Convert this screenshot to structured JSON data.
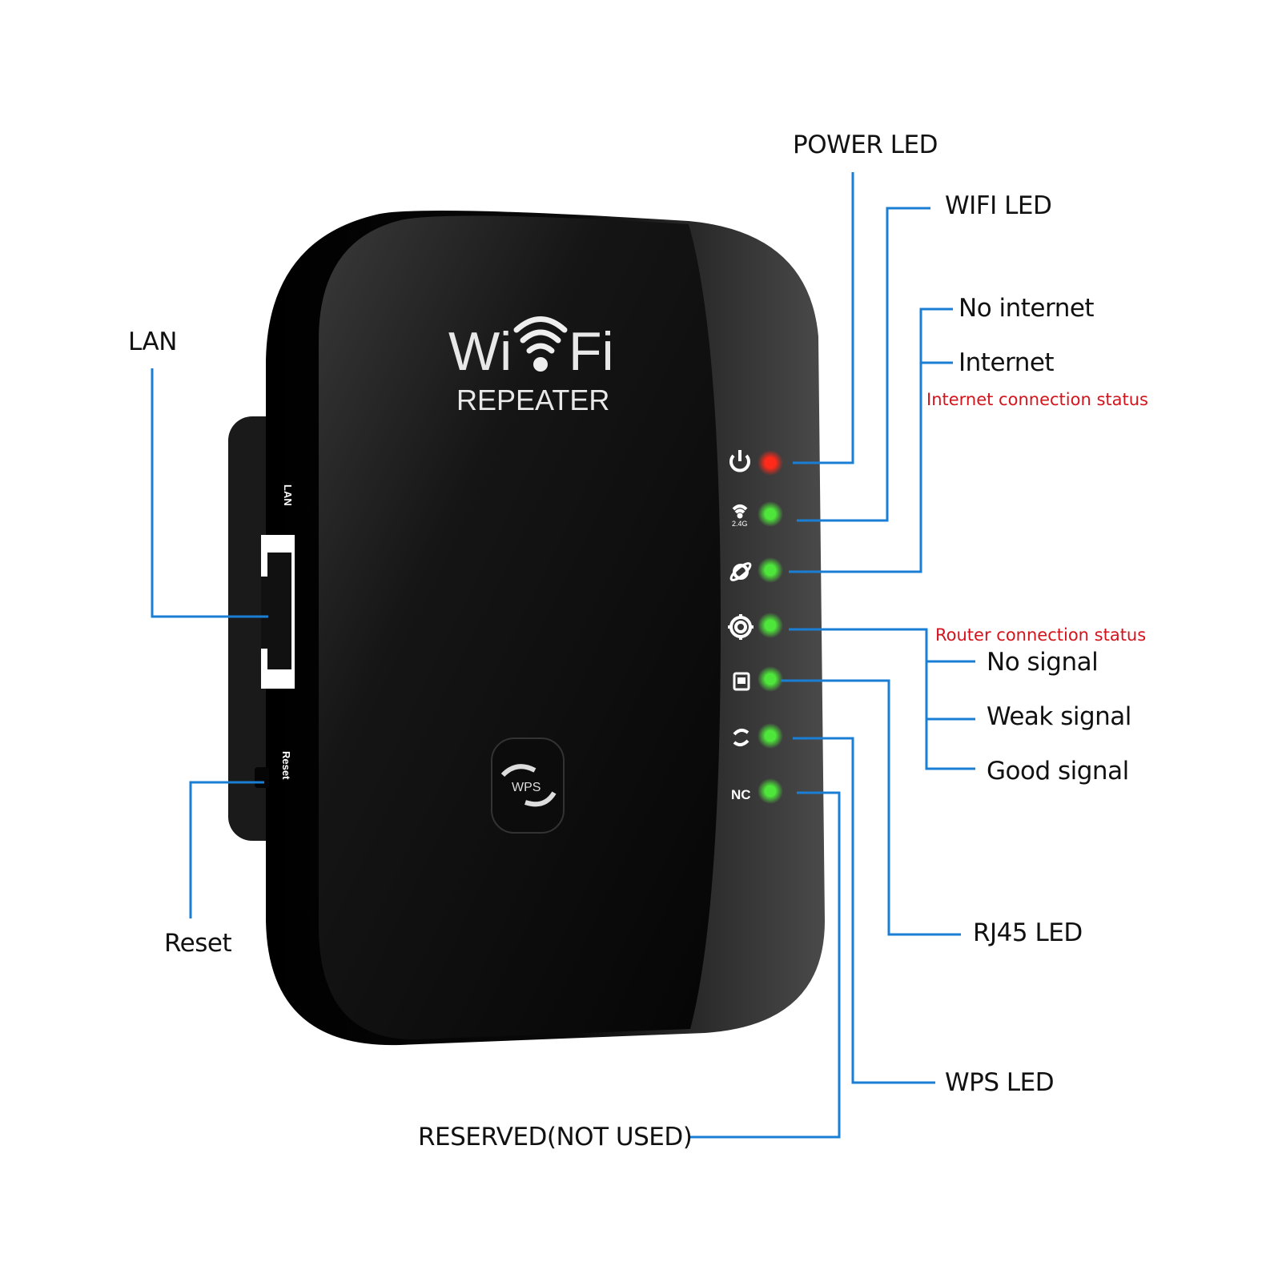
{
  "device": {
    "brand_line1_left": "Wi",
    "brand_line1_right": "Fi",
    "brand_line2": "REPEATER",
    "port_label": "LAN",
    "reset_label": "Reset",
    "wps_button_label": "WPS",
    "wifi_band_label": "2.4G",
    "nc_label": "NC"
  },
  "callouts": {
    "power_led": "POWER LED",
    "wifi_led": "WIFI LED",
    "no_internet": "No internet",
    "internet": "Internet",
    "internet_status": "Internet connection status",
    "router_status": "Router connection status",
    "no_signal": "No signal",
    "weak_signal": "Weak signal",
    "good_signal": "Good signal",
    "rj45_led": "RJ45 LED",
    "wps_led": "WPS LED",
    "reserved": "RESERVED(NOT USED)",
    "lan": "LAN",
    "reset": "Reset"
  },
  "leds": [
    {
      "name": "power",
      "color": "#ff2a1a"
    },
    {
      "name": "wifi",
      "color": "#4ee63a"
    },
    {
      "name": "internet",
      "color": "#4ee63a"
    },
    {
      "name": "router",
      "color": "#4ee63a"
    },
    {
      "name": "rj45",
      "color": "#4ee63a"
    },
    {
      "name": "wps",
      "color": "#4ee63a"
    },
    {
      "name": "nc",
      "color": "#4ee63a"
    }
  ],
  "colors": {
    "leader_line": "#1a7fd4",
    "status_text": "#d4141c"
  }
}
